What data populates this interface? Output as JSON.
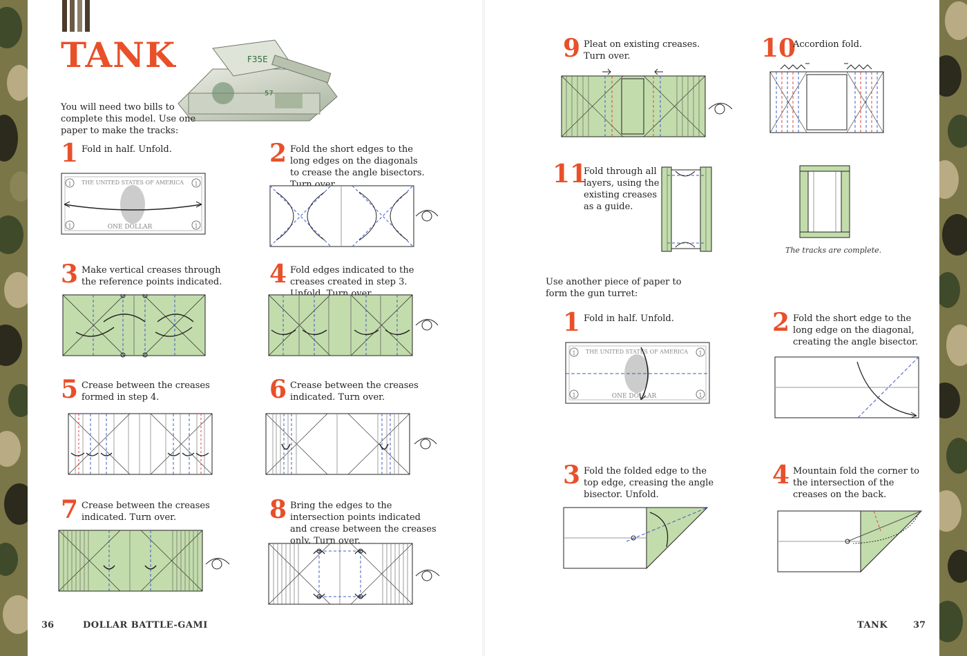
{
  "left_page": {
    "title": "TANK",
    "intro": "You will need two bills to complete this model. Use one paper to make the tracks:",
    "steps": [
      {
        "num": "1",
        "text": "Fold in half. Unfold."
      },
      {
        "num": "2",
        "text": "Fold the short edges to the long edges on the diagonals to crease the angle bisectors. Turn over."
      },
      {
        "num": "3",
        "text": "Make vertical creases through the reference points indicated."
      },
      {
        "num": "4",
        "text": "Fold edges indicated to the creases created in step 3. Unfold. Turn over."
      },
      {
        "num": "5",
        "text": "Crease between the creases formed in step 4."
      },
      {
        "num": "6",
        "text": "Crease between the creases indicated. Turn over."
      },
      {
        "num": "7",
        "text": "Crease between the creases indicated. Turn over."
      },
      {
        "num": "8",
        "text": "Bring the edges to the intersection points indicated and crease between the creases only. Turn over."
      }
    ],
    "bill": {
      "top_text": "THE UNITED STATES OF AMERICA",
      "bottom_text": "ONE DOLLAR",
      "corner": "1"
    },
    "photo_text": {
      "serial": "F35E",
      "seal": "57"
    },
    "footer": {
      "page_number": "36",
      "book_title": "DOLLAR BATTLE-GAMI"
    }
  },
  "right_page": {
    "steps": [
      {
        "num": "9",
        "text": "Pleat on existing creases. Turn over."
      },
      {
        "num": "10",
        "text": "Accordion fold."
      },
      {
        "num": "11",
        "text": "Fold through all layers, using the existing creases as a guide."
      }
    ],
    "tracks_caption": "The tracks are complete.",
    "turret_intro": "Use another piece of paper to form the gun turret:",
    "turret_steps": [
      {
        "num": "1",
        "text": "Fold in half. Unfold."
      },
      {
        "num": "2",
        "text": "Fold the short edge to the long edge on the diagonal, creating the angle bisector."
      },
      {
        "num": "3",
        "text": "Fold the folded edge to the top edge, creasing the angle bisector. Unfold."
      },
      {
        "num": "4",
        "text": "Mountain fold the corner to the intersection of the creases on the back."
      }
    ],
    "bill": {
      "top_text": "THE UNITED STATES OF AMERICA",
      "bottom_text": "ONE DOLLAR",
      "corner": "1"
    },
    "footer": {
      "page_number": "37",
      "section_title": "TANK"
    }
  },
  "colors": {
    "accent": "#e8502a",
    "paper_green": "#c3dcac",
    "valley_fold": "#3b5cc4",
    "mountain_fold": "#e0413a",
    "camo": [
      "#6b6a3e",
      "#8a8457",
      "#3f4a2a",
      "#b9ab84",
      "#2c2a1c"
    ]
  }
}
